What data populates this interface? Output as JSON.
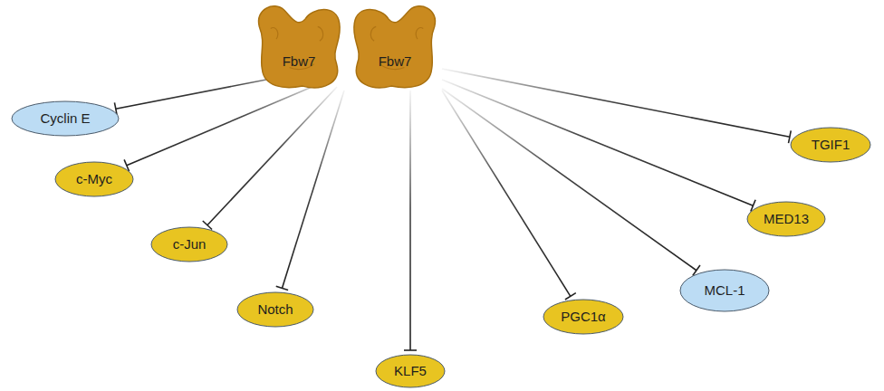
{
  "diagram": {
    "nodes": [
      {
        "text": [
          "Fbw7"
        ]
      },
      {
        "text": [
          "Fbw7"
        ]
      },
      {
        "text": [
          "Cyclin E"
        ]
      },
      {
        "text": [
          "c-Myc"
        ]
      },
      {
        "text": [
          "c-Jun"
        ]
      },
      {
        "text": [
          "Notch"
        ]
      },
      {
        "text": [
          "KLF5"
        ]
      },
      {
        "text": [
          "PGC1α"
        ]
      },
      {
        "text": [
          "MCL-1"
        ]
      },
      {
        "text": [
          "MED13"
        ]
      },
      {
        "text": [
          "TGIF1"
        ]
      }
    ],
    "edges": [
      {
        "from": 0,
        "to": 2,
        "arrow": "to"
      },
      {
        "from": 0,
        "to": 3,
        "arrow": "to"
      },
      {
        "from": 0,
        "to": 4,
        "arrow": "to"
      },
      {
        "from": 0,
        "to": 5,
        "arrow": "to"
      },
      {
        "from": 1,
        "to": 6,
        "arrow": "to"
      },
      {
        "from": 1,
        "to": 7,
        "arrow": "to"
      },
      {
        "from": 1,
        "to": 8,
        "arrow": "to"
      },
      {
        "from": 1,
        "to": 9,
        "arrow": "to"
      },
      {
        "from": 1,
        "to": 10,
        "arrow": "to"
      }
    ]
  }
}
